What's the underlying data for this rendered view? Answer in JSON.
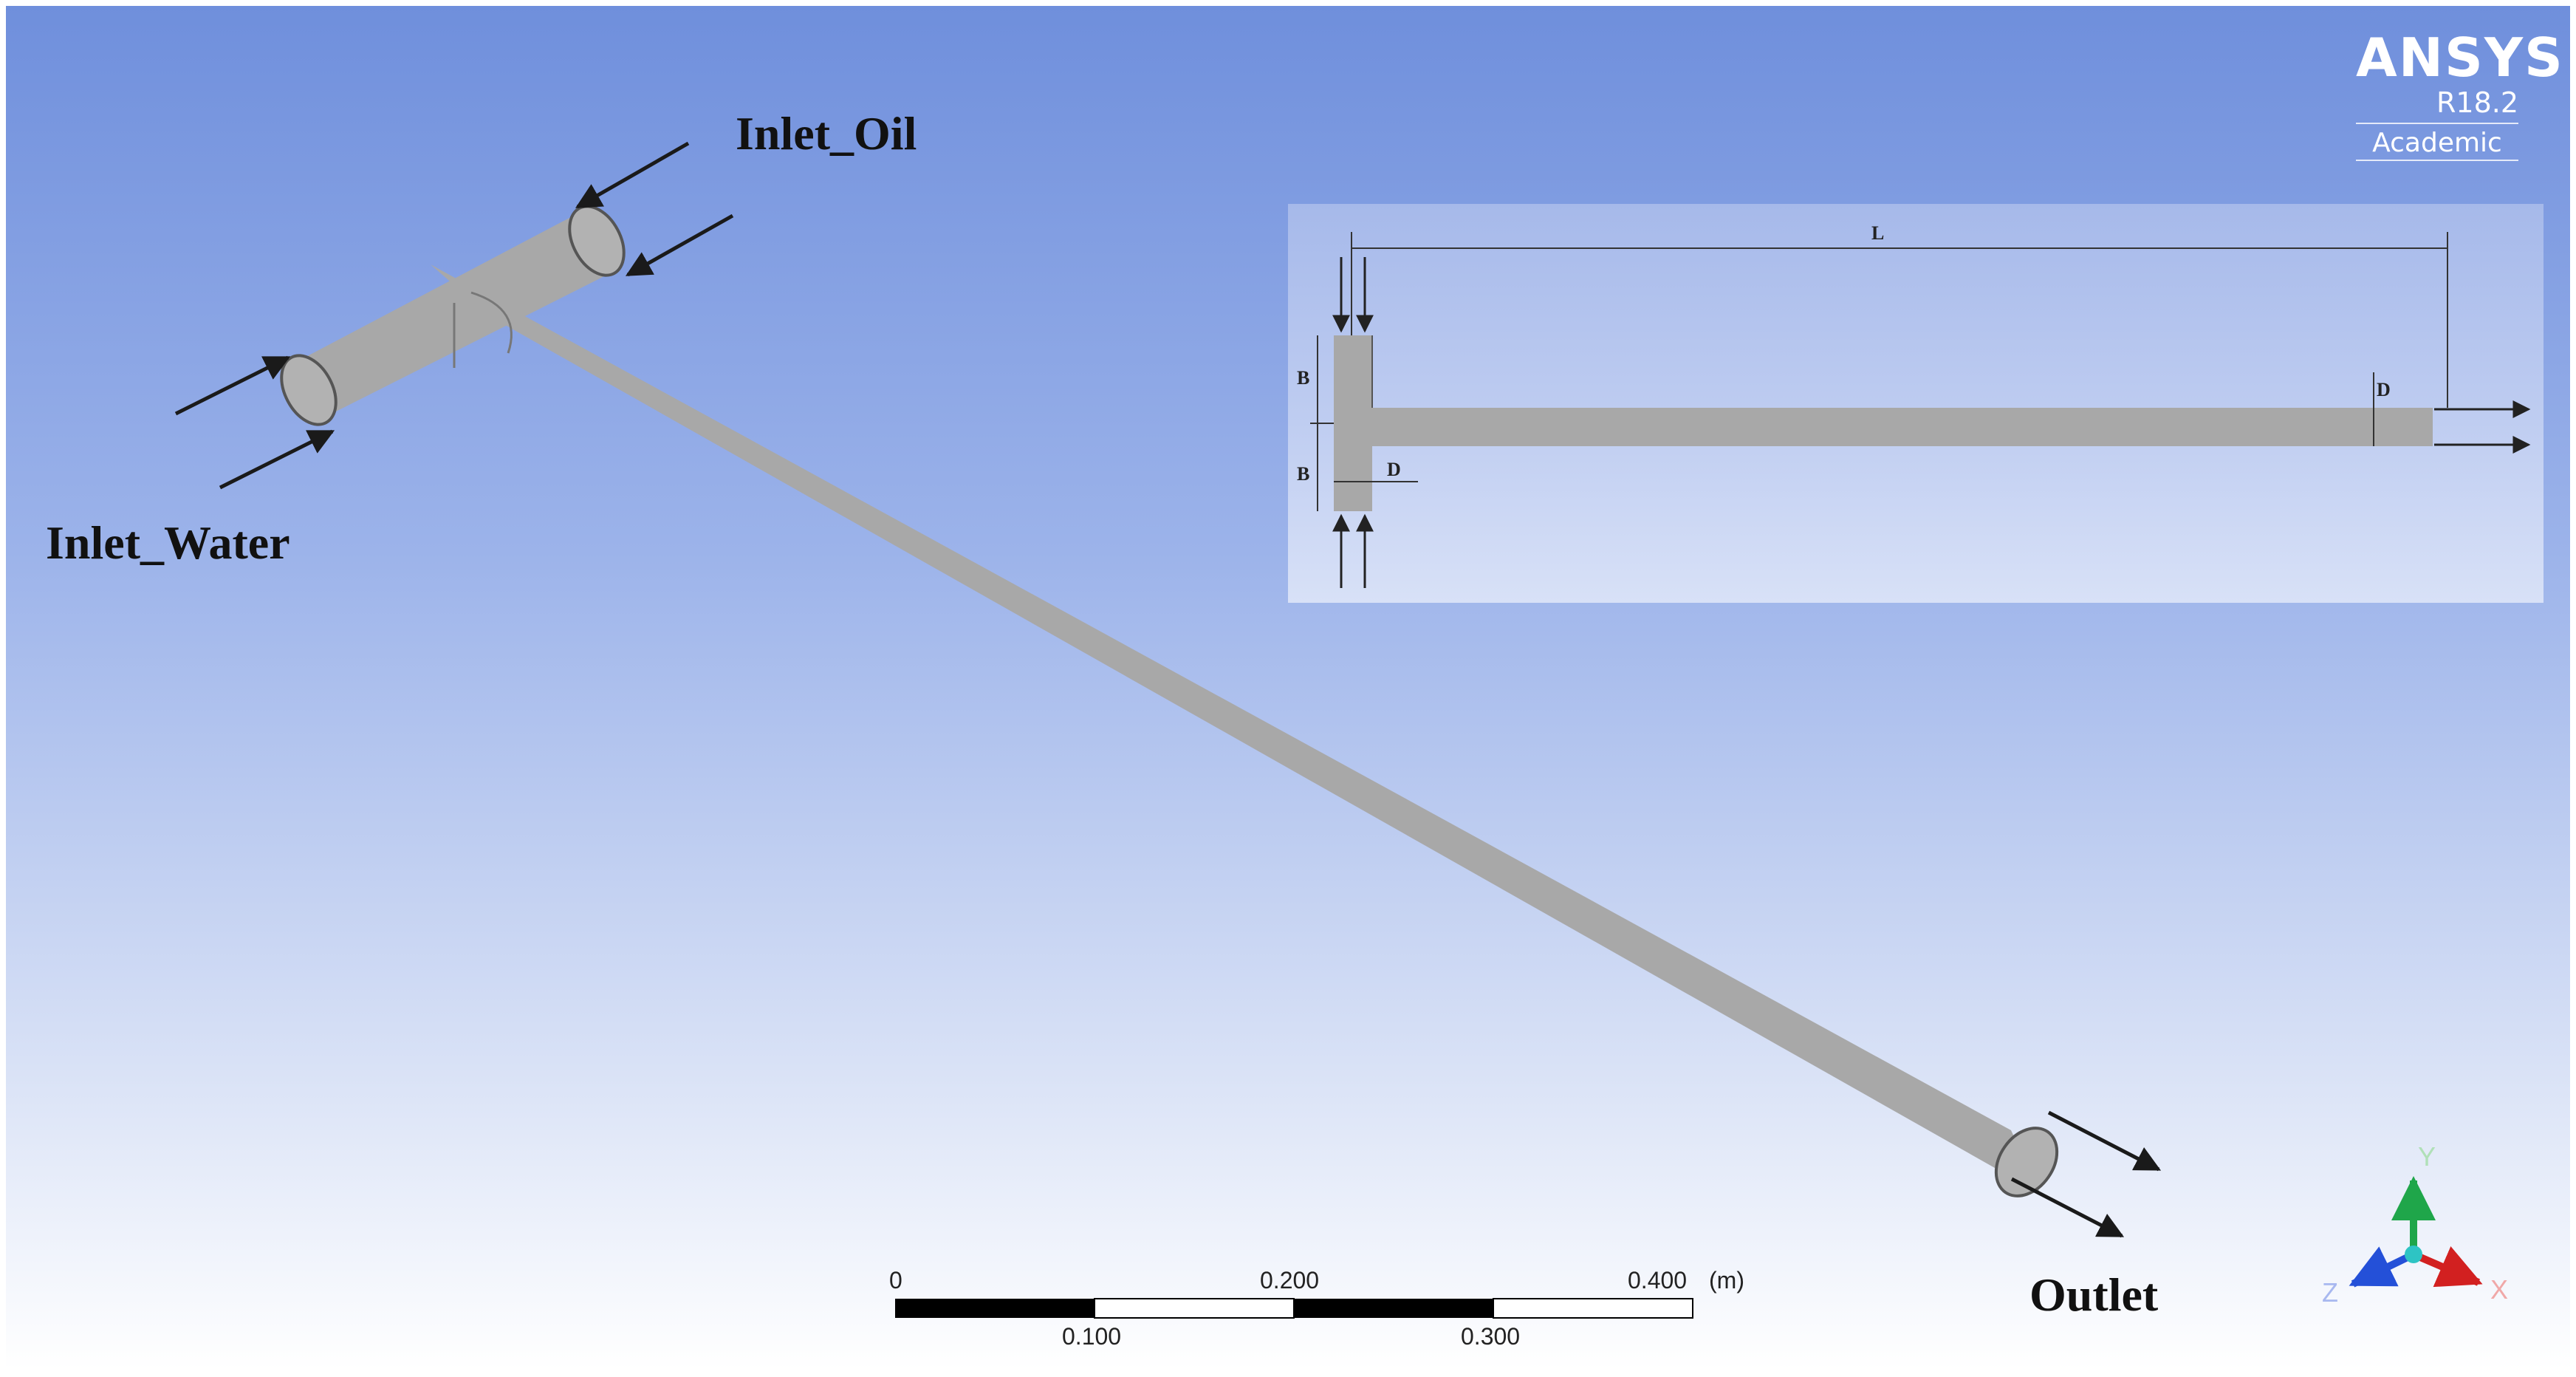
{
  "labels": {
    "inlet_oil": "Inlet_Oil",
    "inlet_water": "Inlet_Water",
    "outlet": "Outlet"
  },
  "brand": {
    "name": "ANSYS",
    "release": "R18.2",
    "edition": "Academic"
  },
  "inset": {
    "length_label": "L",
    "branch_label_top": "B",
    "branch_label_bottom": "B",
    "diameter_label_outlet": "D",
    "diameter_label_inlet": "D"
  },
  "scale_bar": {
    "top_ticks": [
      "0",
      "0.200",
      "0.400"
    ],
    "bottom_ticks": [
      "0.100",
      "0.300"
    ],
    "unit": "(m)"
  },
  "axes": {
    "x": "X",
    "y": "Y",
    "z": "Z"
  },
  "colors": {
    "pipe": "#a6a6a6",
    "background_top": "#6f8fdc",
    "background_bottom": "#ffffff",
    "axis_x": "#d22020",
    "axis_y": "#1fa64a",
    "axis_z": "#2450d8"
  }
}
